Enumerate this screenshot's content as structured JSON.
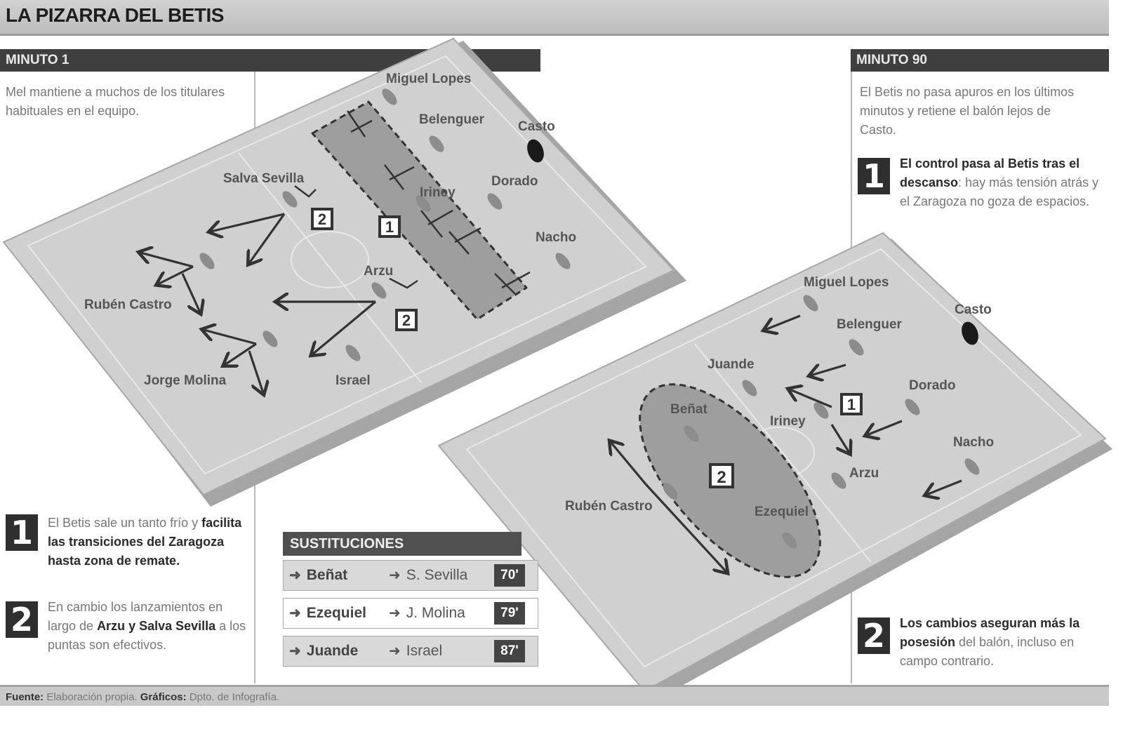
{
  "header": {
    "title": "LA PIZARRA DEL BETIS"
  },
  "minute1": {
    "label": "MINUTO 1",
    "intro": "Mel mantiene a muchos de los titulares habituales en el equipo.",
    "note1": {
      "num": "1",
      "normal": "El Betis sale un tanto frío y ",
      "bold": "facilita las transiciones del Zaragoza hasta zona de remate."
    },
    "note2": {
      "num": "2",
      "normal": "En cambio los lanzamientos en largo de ",
      "bold": "Arzu y Salva Sevilla",
      "normal2": " a los puntas son efectivos."
    }
  },
  "minute90": {
    "label": "MINUTO 90",
    "intro": "El Betis no pasa apuros en los últimos minutos y retiene el balón lejos de Casto.",
    "note1": {
      "num": "1",
      "bold": "El control pasa al Betis tras el descanso",
      "normal": ": hay más tensión atrás y el Zaragoza no goza de espacios."
    },
    "note2": {
      "num": "2",
      "bold": "Los cambios aseguran más la posesión",
      "normal": " del balón, incluso en campo contrario."
    }
  },
  "pitch1": {
    "players": [
      "Miguel Lopes",
      "Belenguer",
      "Casto",
      "Salva Sevilla",
      "Iriney",
      "Dorado",
      "Nacho",
      "Arzu",
      "Rubén Castro",
      "Jorge Molina",
      "Israel"
    ],
    "markers": [
      "1",
      "2",
      "2"
    ]
  },
  "pitch2": {
    "players": [
      "Miguel Lopes",
      "Belenguer",
      "Casto",
      "Juande",
      "Dorado",
      "Iriney",
      "Beñat",
      "Nacho",
      "Arzu",
      "Rubén Castro",
      "Ezequiel"
    ],
    "markers": [
      "1",
      "2"
    ]
  },
  "substitutions": {
    "title": "SUSTITUCIONES",
    "rows": [
      {
        "in": "Beñat",
        "out": "S. Sevilla",
        "minute": "70'"
      },
      {
        "in": "Ezequiel",
        "out": "J. Molina",
        "minute": "79'"
      },
      {
        "in": "Juande",
        "out": "Israel",
        "minute": "87'"
      }
    ]
  },
  "footer": {
    "source_label": "Fuente:",
    "source": " Elaboración propia. ",
    "graphics_label": "Gráficos:",
    "graphics": " Dpto. de Infografía."
  },
  "colors": {
    "bar": "#3f3f3f",
    "pitch": "#d0d0d0",
    "zone": "#9e9e9e"
  }
}
